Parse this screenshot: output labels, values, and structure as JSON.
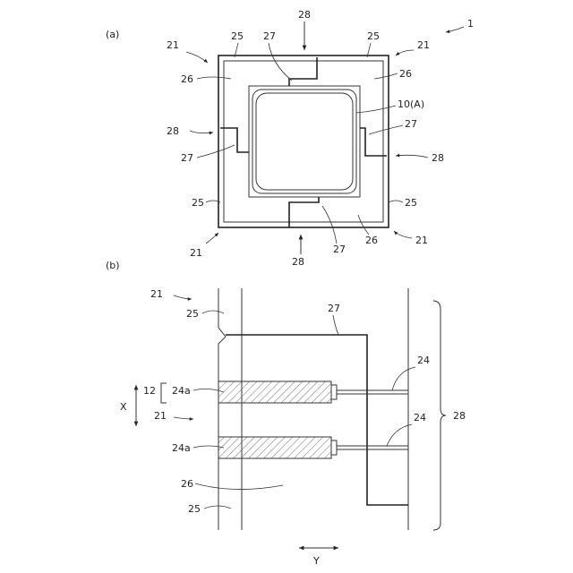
{
  "fig_a": {
    "panel_label": "(a)",
    "label_1": "1",
    "label_21": "21",
    "label_25": "25",
    "label_26": "26",
    "label_27": "27",
    "label_28": "28",
    "label_10A": "10(A)"
  },
  "fig_b": {
    "panel_label": "(b)",
    "label_21": "21",
    "label_25": "25",
    "label_26": "26",
    "label_27": "27",
    "label_28": "28",
    "label_24": "24",
    "label_24a": "24a",
    "label_12": "12",
    "axis_x": "X",
    "axis_y": "Y"
  }
}
